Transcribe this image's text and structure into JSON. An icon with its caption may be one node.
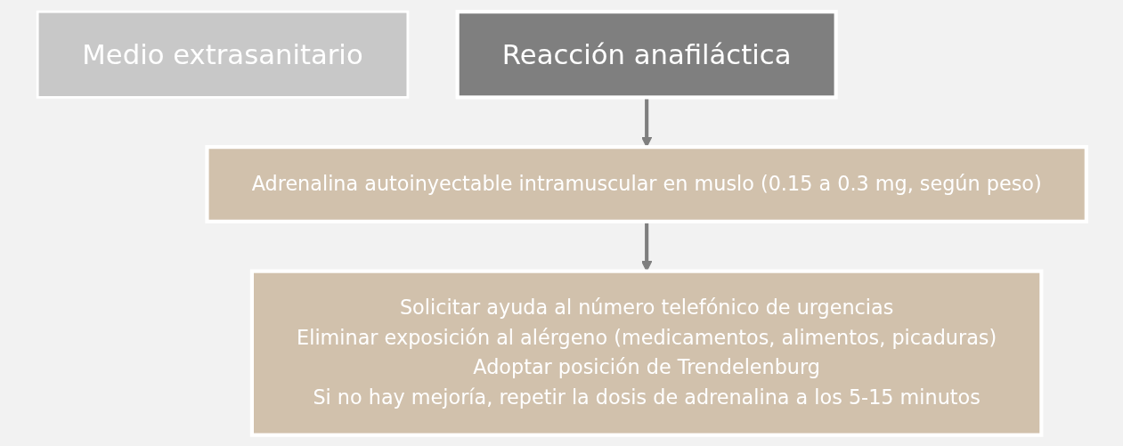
{
  "diagram": {
    "nodes": [
      {
        "text": [
          "Medio extrasanitario"
        ]
      },
      {
        "text": [
          "Reacción anafiláctica"
        ]
      },
      {
        "text": [
          "Adrenalina autoinyectable intramuscular en muslo (0.15 a 0.3 mg, según peso)"
        ]
      },
      {
        "text": [
          "Solicitar ayuda al número telefónico de urgencias",
          "Eliminar exposición al alérgeno (medicamentos, alimentos, picaduras)",
          "Adoptar posición de Trendelenburg",
          "Si no hay mejoría, repetir la dosis de adrenalina a los 5-15 minutos"
        ]
      }
    ],
    "edges": [
      {
        "from": 1,
        "to": 2,
        "arrow": "to"
      },
      {
        "from": 2,
        "to": 3,
        "arrow": "to"
      }
    ]
  }
}
